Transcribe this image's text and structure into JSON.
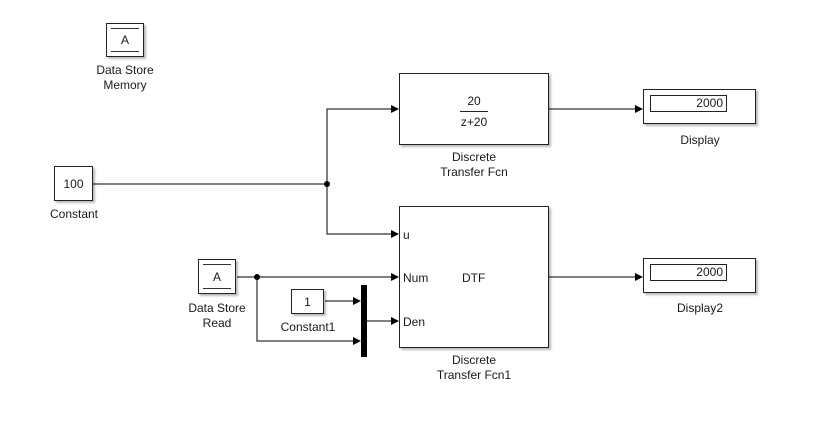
{
  "blocks": {
    "data_store_memory": {
      "icon_text": "A",
      "label_line1": "Data Store",
      "label_line2": "Memory"
    },
    "constant": {
      "value": "100",
      "label": "Constant"
    },
    "discrete_tf": {
      "numerator": "20",
      "denominator": "z+20",
      "label_line1": "Discrete",
      "label_line2": "Transfer Fcn"
    },
    "display": {
      "value": "2000",
      "label": "Display"
    },
    "discrete_tf1": {
      "center_text": "DTF",
      "port_u": "u",
      "port_num": "Num",
      "port_den": "Den",
      "label_line1": "Discrete",
      "label_line2": "Transfer Fcn1"
    },
    "display2": {
      "value": "2000",
      "label": "Display2"
    },
    "data_store_read": {
      "icon_text": "A",
      "label_line1": "Data Store",
      "label_line2": "Read"
    },
    "constant1": {
      "value": "1",
      "label": "Constant1"
    }
  },
  "colors": {
    "line": "#000000",
    "block_border": "#222222",
    "background": "#ffffff"
  }
}
